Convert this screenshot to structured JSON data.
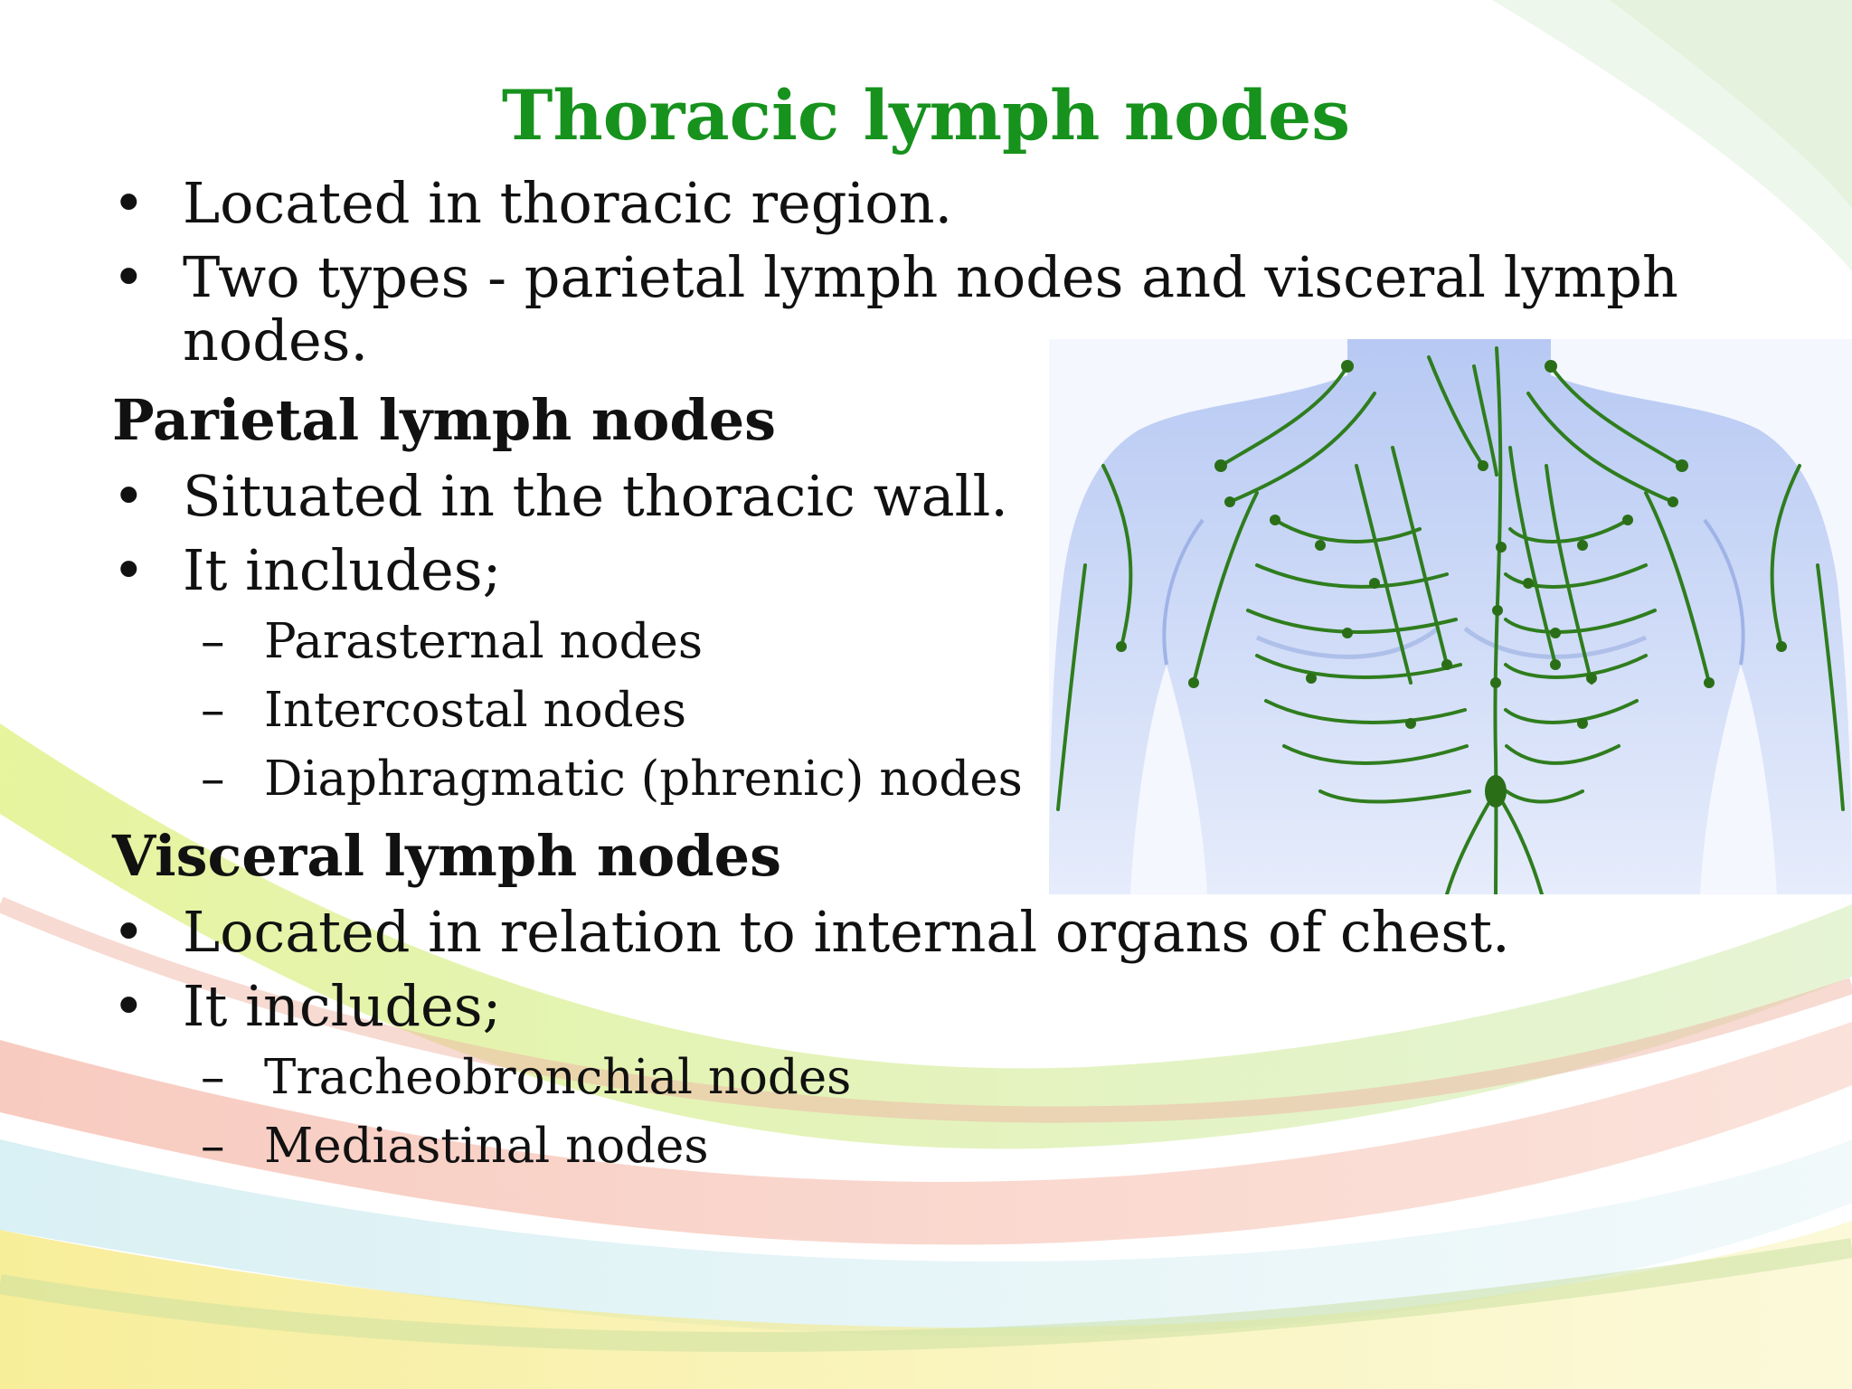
{
  "title": "Thoracic lymph nodes",
  "intro_bullets": [
    "Located in thoracic region.",
    "Two types - parietal lymph nodes and visceral lymph nodes."
  ],
  "sections": [
    {
      "heading": "Parietal lymph nodes",
      "bullets": [
        "Situated in the thoracic wall.",
        "It includes;"
      ],
      "subitems": [
        "Parasternal nodes",
        "Intercostal nodes",
        "Diaphragmatic (phrenic) nodes"
      ]
    },
    {
      "heading": "Visceral lymph nodes",
      "bullets": [
        "Located in relation to internal organs of chest.",
        "It includes;"
      ],
      "subitems": [
        "Tracheobronchial nodes",
        "Mediastinal nodes"
      ]
    }
  ],
  "markers": {
    "bullet": "•",
    "dash": "–"
  },
  "colors": {
    "title": "#16921d",
    "text": "#111111",
    "lymph": "#2f7d1e",
    "body_tint": "#c7d4f6"
  },
  "illustration": {
    "icon": "lymphatic-system-torso-illustration"
  }
}
